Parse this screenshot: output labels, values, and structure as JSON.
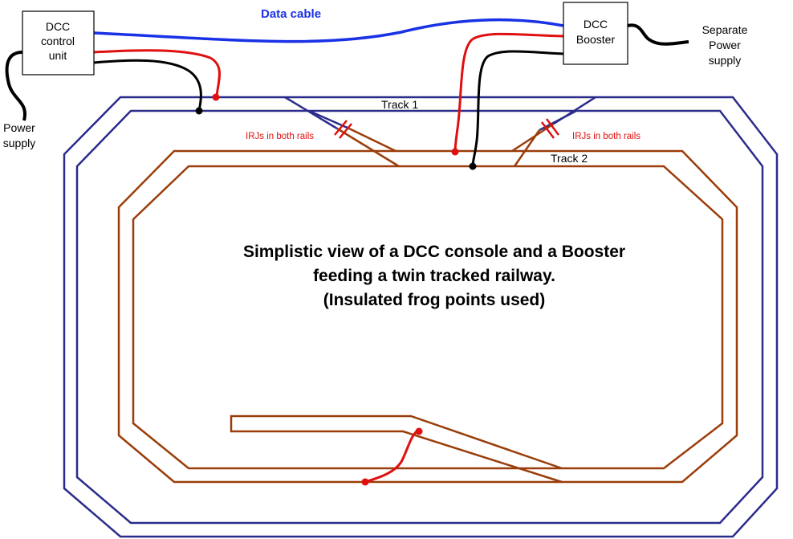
{
  "colors": {
    "track1": "#2b2b8c",
    "track2": "#9a3d0a",
    "data_cable": "#1a32e6",
    "red_wire": "#e01010",
    "black_wire": "#000000",
    "irj": "#e01010"
  },
  "boxes": {
    "control_unit": {
      "line1": "DCC",
      "line2": "control",
      "line3": "unit"
    },
    "booster": {
      "line1": "DCC",
      "line2": "Booster"
    }
  },
  "labels": {
    "power_supply_1": "Power",
    "power_supply_2": "supply",
    "separate_1": "Separate",
    "separate_2": "Power",
    "separate_3": "supply",
    "data_cable": "Data cable",
    "track1": "Track 1",
    "track2": "Track 2",
    "irj_left": "IRJs in both rails",
    "irj_right": "IRJs in both rails"
  },
  "title": {
    "line1": "Simplistic view of a DCC console and a Booster",
    "line2": "feeding a twin tracked railway.",
    "line3": "(Insulated frog points used)"
  }
}
